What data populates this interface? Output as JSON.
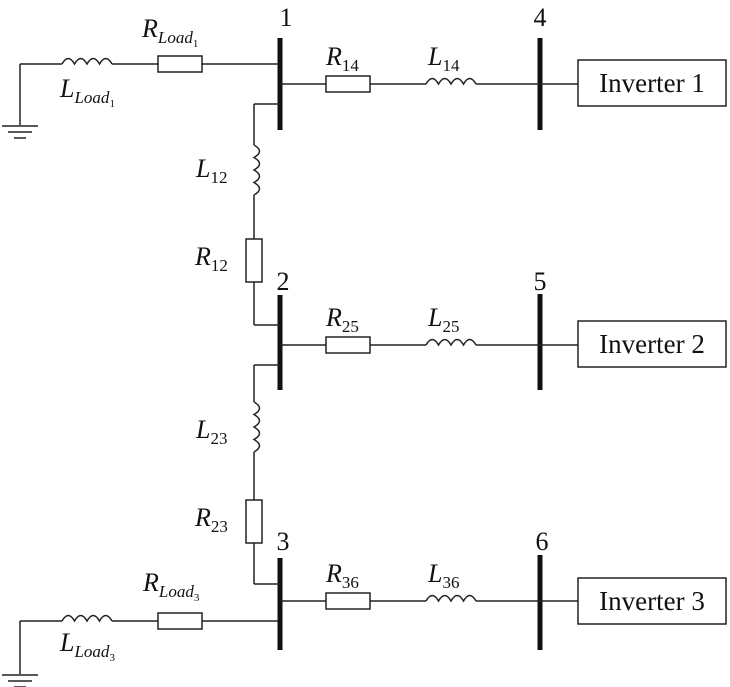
{
  "buses": [
    {
      "id": "bus-1",
      "label": "1"
    },
    {
      "id": "bus-2",
      "label": "2"
    },
    {
      "id": "bus-3",
      "label": "3"
    },
    {
      "id": "bus-4",
      "label": "4"
    },
    {
      "id": "bus-5",
      "label": "5"
    },
    {
      "id": "bus-6",
      "label": "6"
    }
  ],
  "inverters": [
    {
      "label": "Inverter 1"
    },
    {
      "label": "Inverter 2"
    },
    {
      "label": "Inverter 3"
    }
  ],
  "components": {
    "r_load1": {
      "main": "R",
      "sub": "Load",
      "subsub": "1"
    },
    "l_load1": {
      "main": "L",
      "sub": "Load",
      "subsub": "1"
    },
    "r_load3": {
      "main": "R",
      "sub": "Load",
      "subsub": "3"
    },
    "l_load3": {
      "main": "L",
      "sub": "Load",
      "subsub": "3"
    },
    "r14": {
      "main": "R",
      "sub": "14"
    },
    "l14": {
      "main": "L",
      "sub": "14"
    },
    "r25": {
      "main": "R",
      "sub": "25"
    },
    "l25": {
      "main": "L",
      "sub": "25"
    },
    "r36": {
      "main": "R",
      "sub": "36"
    },
    "l36": {
      "main": "L",
      "sub": "36"
    },
    "l12": {
      "main": "L",
      "sub": "12"
    },
    "r12": {
      "main": "R",
      "sub": "12"
    },
    "l23": {
      "main": "L",
      "sub": "23"
    },
    "r23": {
      "main": "R",
      "sub": "23"
    }
  }
}
